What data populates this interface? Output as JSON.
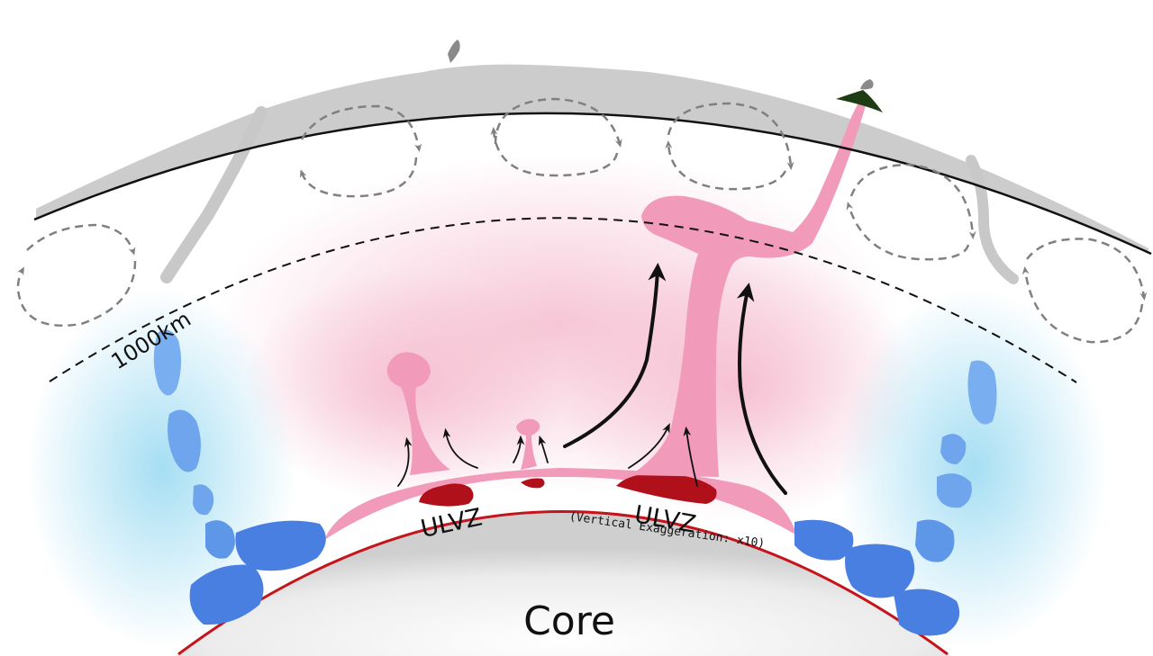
{
  "labels": {
    "depth": "1000km",
    "ulvz_left": "ULVZ",
    "ulvz_right": "ULVZ",
    "exaggeration": "(Vertical Exaggeration: x10)",
    "core": "Core"
  },
  "colors": {
    "surface_line": "#111111",
    "lithosphere": "#c8c8c8",
    "convection_arrows": "#808080",
    "plume": "#f29ab9",
    "plume_glow": "#f7c2d3",
    "ulvz": "#b0101a",
    "slab_blue": "#3e6fe0",
    "slab_light": "#8cc4f0",
    "core_boundary": "#c4141c",
    "flow_arrows": "#111111",
    "volcano": "#1f3d14"
  }
}
